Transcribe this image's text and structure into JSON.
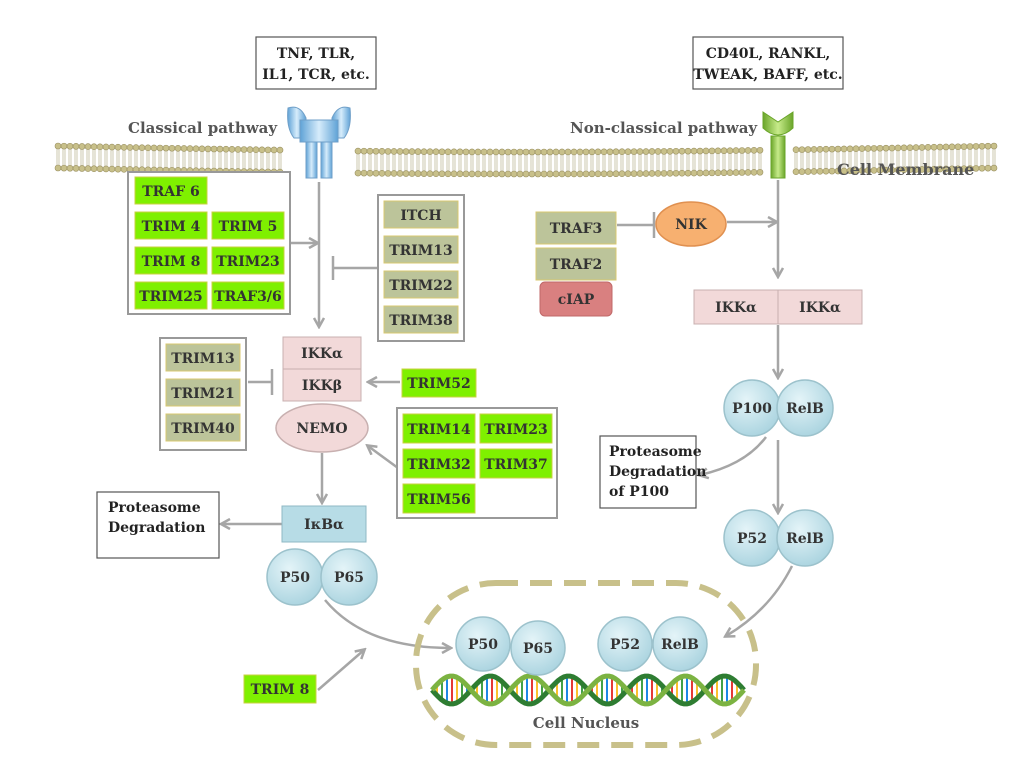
{
  "ligands": {
    "classical": {
      "line1": "TNF, TLR,",
      "line2": "IL1, TCR, etc."
    },
    "nonclassical": {
      "line1": "CD40L, RANKL,",
      "line2": "TWEAK, BAFF, etc."
    }
  },
  "labels": {
    "classical_pathway": "Classical pathway",
    "nonclassical_pathway": "Non-classical pathway",
    "cell_membrane": "Cell  Membrane",
    "cell_nucleus": "Cell  Nucleus"
  },
  "activators_top": {
    "row1": [
      "TRAF 6"
    ],
    "row2": [
      "TRIM 4",
      "TRIM 5"
    ],
    "row3": [
      "TRIM 8",
      "TRIM23"
    ],
    "row4": [
      "TRIM25",
      "TRAF3/6"
    ]
  },
  "inhibitors_top": [
    "ITCH",
    "TRIM13",
    "TRIM22",
    "TRIM38"
  ],
  "ikk_complex": {
    "alpha": "IKKα",
    "beta": "IKKβ",
    "nemo": "NEMO"
  },
  "inhibitors_left": [
    "TRIM13",
    "TRIM21",
    "TRIM40"
  ],
  "trim52": "TRIM52",
  "activators_nemo": {
    "row1": [
      "TRIM14",
      "TRIM23"
    ],
    "row2": [
      "TRIM32",
      "TRIM37"
    ],
    "row3": [
      "TRIM56"
    ]
  },
  "proteasome_left": {
    "line1": "Proteasome",
    "line2": "Degradation"
  },
  "ikba": "IκBα",
  "p50": "P50",
  "p65": "P65",
  "trim8_bottom": "TRIM 8",
  "nik": "NIK",
  "traf_stack": [
    "TRAF3",
    "TRAF2"
  ],
  "ciap": "cIAP",
  "ikka_pair": [
    "IKKα",
    "IKKα"
  ],
  "p100": "P100",
  "relb": "RelB",
  "proteasome_right": {
    "line1": "Proteasome",
    "line2": "Degradation",
    "line3": "of  P100"
  },
  "p52": "P52",
  "nucleus": {
    "p50": "P50",
    "p65": "P65",
    "p52": "P52",
    "relb": "RelB"
  },
  "colors": {
    "green": "#7ff000",
    "gray_green": "#bcc49a",
    "pink": "#f2d9d9",
    "blue": "#b7dce6",
    "red_box": "#d98080",
    "orange": "#f7b070",
    "arrow": "#a6a6a6",
    "nucleus_border": "#c8c08a",
    "receptor": "#8fc1e8",
    "receptor_green": "#8cc63f"
  }
}
